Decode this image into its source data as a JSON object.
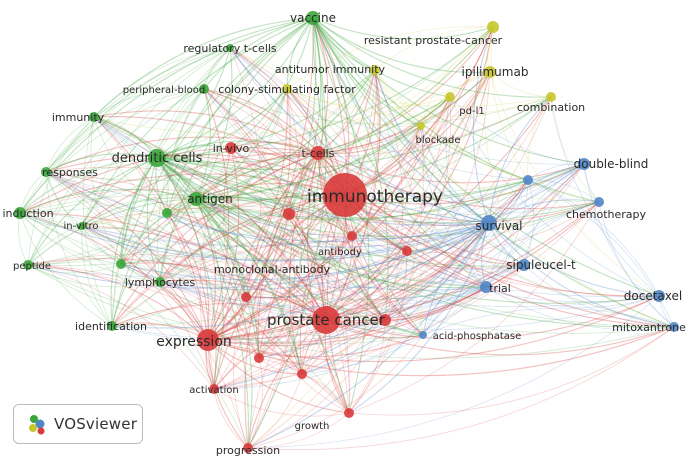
{
  "app": {
    "name": "VOSviewer"
  },
  "clusters": {
    "red": {
      "color": "#d93a3a"
    },
    "green": {
      "color": "#3aa63a"
    },
    "blue": {
      "color": "#4f86c6"
    },
    "yellow": {
      "color": "#c8c62b"
    }
  },
  "nodes": [
    {
      "id": "immunotherapy",
      "label": "immunotherapy",
      "cluster": "red",
      "weight": 22
    },
    {
      "id": "prostate-cancer",
      "label": "prostate cancer",
      "cluster": "red",
      "weight": 14
    },
    {
      "id": "expression",
      "label": "expression",
      "cluster": "red",
      "weight": 11
    },
    {
      "id": "t-cells",
      "label": "t-cells",
      "cluster": "red",
      "weight": 7
    },
    {
      "id": "in-vivo",
      "label": "in-vivo",
      "cluster": "red",
      "weight": 6
    },
    {
      "id": "antibody",
      "label": "antibody",
      "cluster": "red",
      "weight": 5
    },
    {
      "id": "monoclonal-antibody",
      "label": "monoclonal-antibody",
      "cluster": "red",
      "weight": 5
    },
    {
      "id": "activation",
      "label": "activation",
      "cluster": "red",
      "weight": 5
    },
    {
      "id": "progression",
      "label": "progression",
      "cluster": "red",
      "weight": 5
    },
    {
      "id": "growth",
      "label": "growth",
      "cluster": "red",
      "weight": 5
    },
    {
      "id": "red-unl-1",
      "label": "",
      "cluster": "red",
      "weight": 6
    },
    {
      "id": "red-unl-2",
      "label": "",
      "cluster": "red",
      "weight": 6
    },
    {
      "id": "red-unl-3",
      "label": "",
      "cluster": "red",
      "weight": 5
    },
    {
      "id": "red-unl-4",
      "label": "",
      "cluster": "red",
      "weight": 5
    },
    {
      "id": "red-unl-5",
      "label": "",
      "cluster": "red",
      "weight": 5
    },
    {
      "id": "dendritic-cells",
      "label": "dendritic cells",
      "cluster": "green",
      "weight": 9
    },
    {
      "id": "vaccine",
      "label": "vaccine",
      "cluster": "green",
      "weight": 7
    },
    {
      "id": "antigen",
      "label": "antigen",
      "cluster": "green",
      "weight": 7
    },
    {
      "id": "regulatory-t-cells",
      "label": "regulatory t-cells",
      "cluster": "green",
      "weight": 4
    },
    {
      "id": "peripheral-blood",
      "label": "peripheral-blood",
      "cluster": "green",
      "weight": 5
    },
    {
      "id": "immunity",
      "label": "immunity",
      "cluster": "green",
      "weight": 5
    },
    {
      "id": "responses",
      "label": "responses",
      "cluster": "green",
      "weight": 5
    },
    {
      "id": "induction",
      "label": "induction",
      "cluster": "green",
      "weight": 6
    },
    {
      "id": "in-vitro",
      "label": "in-vitro",
      "cluster": "green",
      "weight": 4
    },
    {
      "id": "peptide",
      "label": "peptide",
      "cluster": "green",
      "weight": 5
    },
    {
      "id": "lymphocytes",
      "label": "lymphocytes",
      "cluster": "green",
      "weight": 5
    },
    {
      "id": "identification",
      "label": "identification",
      "cluster": "green",
      "weight": 5
    },
    {
      "id": "green-unl-1",
      "label": "",
      "cluster": "green",
      "weight": 5
    },
    {
      "id": "green-unl-2",
      "label": "",
      "cluster": "green",
      "weight": 5
    },
    {
      "id": "resistant-prostate-cancer",
      "label": "resistant prostate-cancer",
      "cluster": "yellow",
      "weight": 6
    },
    {
      "id": "ipilimumab",
      "label": "ipilimumab",
      "cluster": "yellow",
      "weight": 6
    },
    {
      "id": "antitumor-immunity",
      "label": "antitumor immunity",
      "cluster": "yellow",
      "weight": 5
    },
    {
      "id": "colony-stimulating-factor",
      "label": "colony-stimulating factor",
      "cluster": "yellow",
      "weight": 5
    },
    {
      "id": "pd-l1",
      "label": "pd-l1",
      "cluster": "yellow",
      "weight": 5
    },
    {
      "id": "combination",
      "label": "combination",
      "cluster": "yellow",
      "weight": 5
    },
    {
      "id": "blockade",
      "label": "blockade",
      "cluster": "yellow",
      "weight": 4
    },
    {
      "id": "double-blind",
      "label": "double-blind",
      "cluster": "blue",
      "weight": 6
    },
    {
      "id": "chemotherapy",
      "label": "chemotherapy",
      "cluster": "blue",
      "weight": 5
    },
    {
      "id": "survival",
      "label": "survival",
      "cluster": "blue",
      "weight": 8
    },
    {
      "id": "sipuleucel-t",
      "label": "sipuleucel-t",
      "cluster": "blue",
      "weight": 6
    },
    {
      "id": "trial",
      "label": "trial",
      "cluster": "blue",
      "weight": 6
    },
    {
      "id": "docetaxel",
      "label": "docetaxel",
      "cluster": "blue",
      "weight": 6
    },
    {
      "id": "mitoxantrone",
      "label": "mitoxantrone",
      "cluster": "blue",
      "weight": 5
    },
    {
      "id": "acid-phosphatase",
      "label": "acid-phosphatase",
      "cluster": "blue",
      "weight": 4
    },
    {
      "id": "blue-unl-1",
      "label": "",
      "cluster": "blue",
      "weight": 5
    }
  ]
}
